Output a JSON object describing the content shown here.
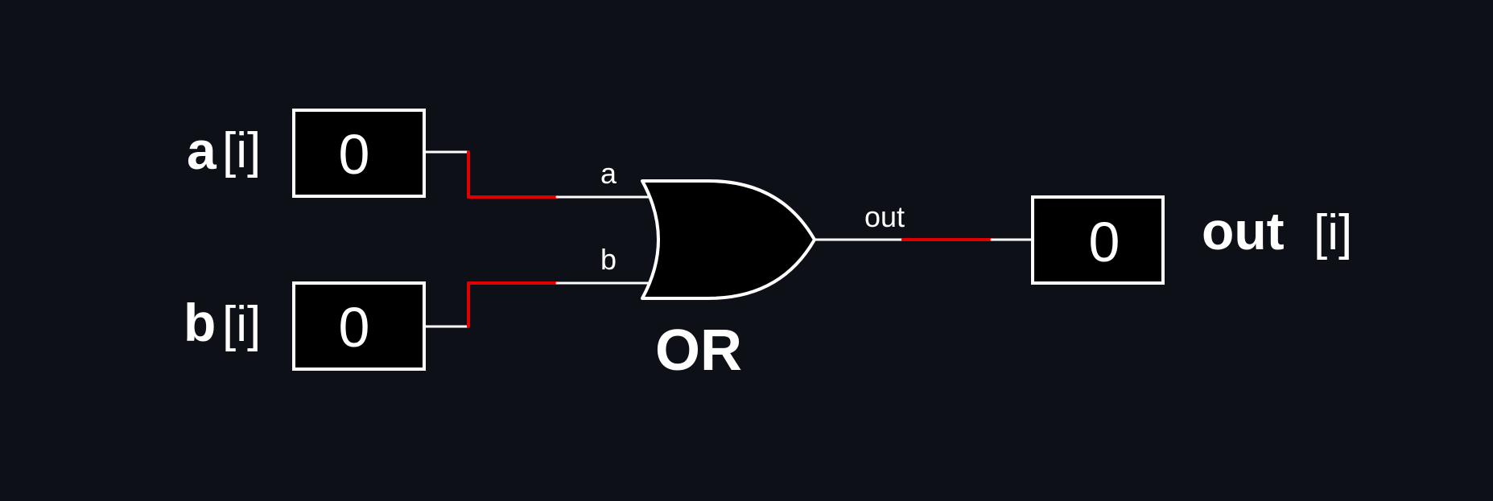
{
  "inputs": {
    "a": {
      "name": "a",
      "index": "[i]",
      "value": "0"
    },
    "b": {
      "name": "b",
      "index": "[i]",
      "value": "0"
    }
  },
  "gate": {
    "type": "OR",
    "label": "OR",
    "pin_a": "a",
    "pin_b": "b",
    "pin_out": "out"
  },
  "output": {
    "name": "out",
    "index": "[i]",
    "value": "0"
  },
  "colors": {
    "background": "#0d1017",
    "wire": "#ffffff",
    "active_wire": "#e00000",
    "box_fill": "#000000"
  }
}
